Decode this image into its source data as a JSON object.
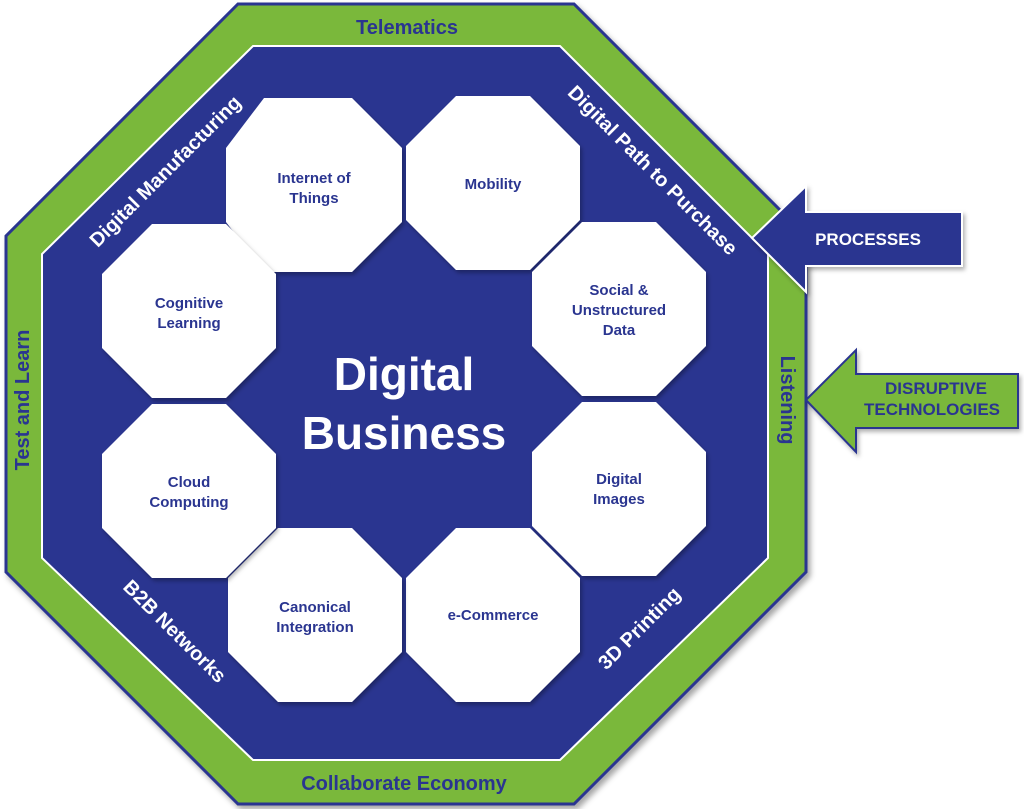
{
  "center": {
    "line1": "Digital",
    "line2": "Business"
  },
  "outer_ring": {
    "top": "Telematics",
    "bottom": "Collaborate Economy",
    "left": "Test and Learn",
    "right": "Listening"
  },
  "inner_ring": {
    "top_left": "Digital Manufacturing",
    "top_right": "Digital Path to Purchase",
    "bottom_left": "B2B Networks",
    "bottom_right": "3D Printing"
  },
  "nodes": [
    {
      "id": "iot",
      "lines": [
        "Internet of",
        "Things"
      ]
    },
    {
      "id": "mobility",
      "lines": [
        "Mobility"
      ]
    },
    {
      "id": "social",
      "lines": [
        "Social &",
        "Unstructured",
        "Data"
      ]
    },
    {
      "id": "images",
      "lines": [
        "Digital",
        "Images"
      ]
    },
    {
      "id": "ecommerce",
      "lines": [
        "e-Commerce"
      ]
    },
    {
      "id": "canonical",
      "lines": [
        "Canonical",
        "Integration"
      ]
    },
    {
      "id": "cloud",
      "lines": [
        "Cloud",
        "Computing"
      ]
    },
    {
      "id": "cognitive",
      "lines": [
        "Cognitive",
        "Learning"
      ]
    }
  ],
  "arrows": {
    "processes": {
      "lines": [
        "PROCESSES"
      ]
    },
    "disruptive": {
      "lines": [
        "DISRUPTIVE",
        "TECHNOLOGIES"
      ]
    }
  },
  "colors": {
    "green": "#7ab83a",
    "navy": "#2a3590",
    "white": "#ffffff"
  }
}
